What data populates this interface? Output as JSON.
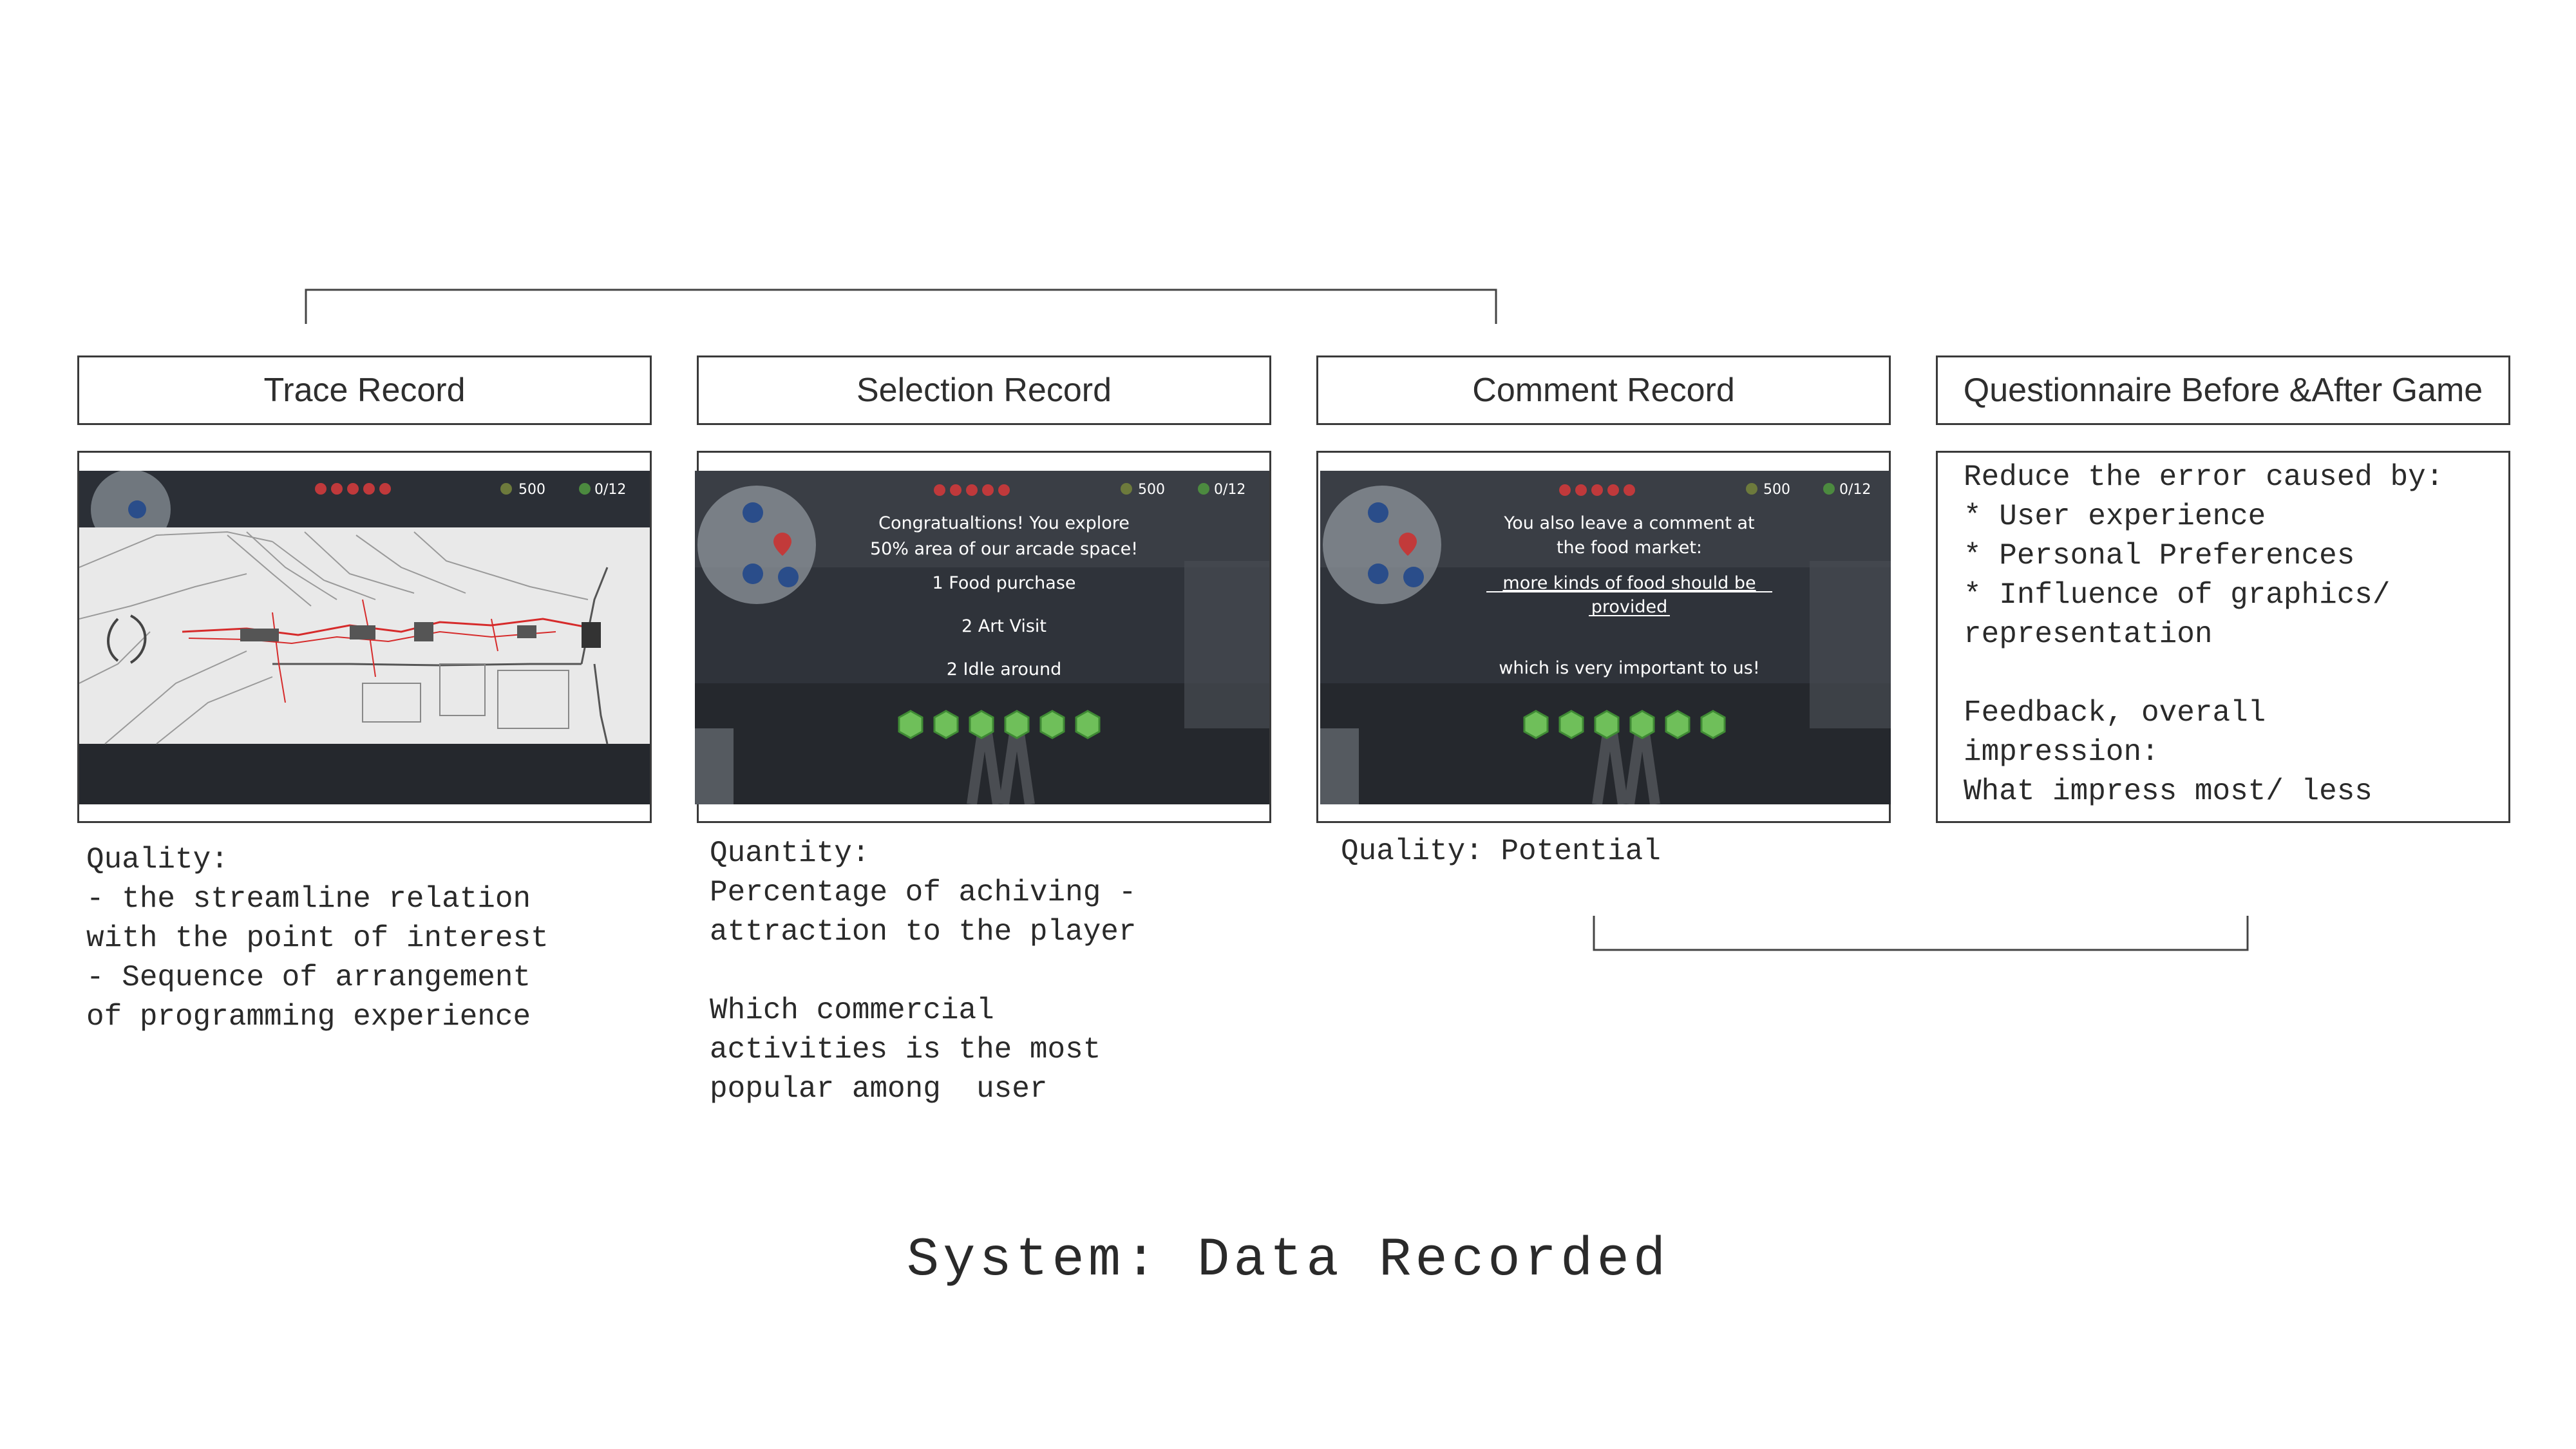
{
  "headers": {
    "trace": "Trace Record",
    "selection": "Selection Record",
    "comment": "Comment Record",
    "questionnaire": "Questionnaire Before &After Game"
  },
  "hud": {
    "coins": "500",
    "gems": "0/12"
  },
  "selection_screen": {
    "line1": "Congratualtions! You explore",
    "line2": "50% area of our arcade space!",
    "item1": "1 Food purchase",
    "item2": "2 Art Visit",
    "item3": "2 Idle around"
  },
  "comment_screen": {
    "line1": "You also leave a comment at",
    "line2": "the food market:",
    "comment_line1": "more kinds of food should be",
    "comment_line2": "provided",
    "closing": "which is very important to us!"
  },
  "questionnaire": {
    "text": "Reduce the error caused by:\n* User experience\n* Personal Preferences\n* Influence of graphics/\nrepresentation\n\nFeedback, overall\nimpression:\nWhat impress most/ less"
  },
  "notes": {
    "trace": "Quality:\n- the streamline relation\nwith the point of interest\n- Sequence of arrangement\nof programming experience",
    "selection": "Quantity:\nPercentage of achiving -\nattraction to the player\n\nWhich commercial\nactivities is the most\npopular among  user",
    "comment": "Quality: Potential"
  },
  "title": "System: Data Recorded",
  "colors": {
    "stars": "#c0393b",
    "gem": "#6fbf5a",
    "route": "#d62b2b"
  }
}
